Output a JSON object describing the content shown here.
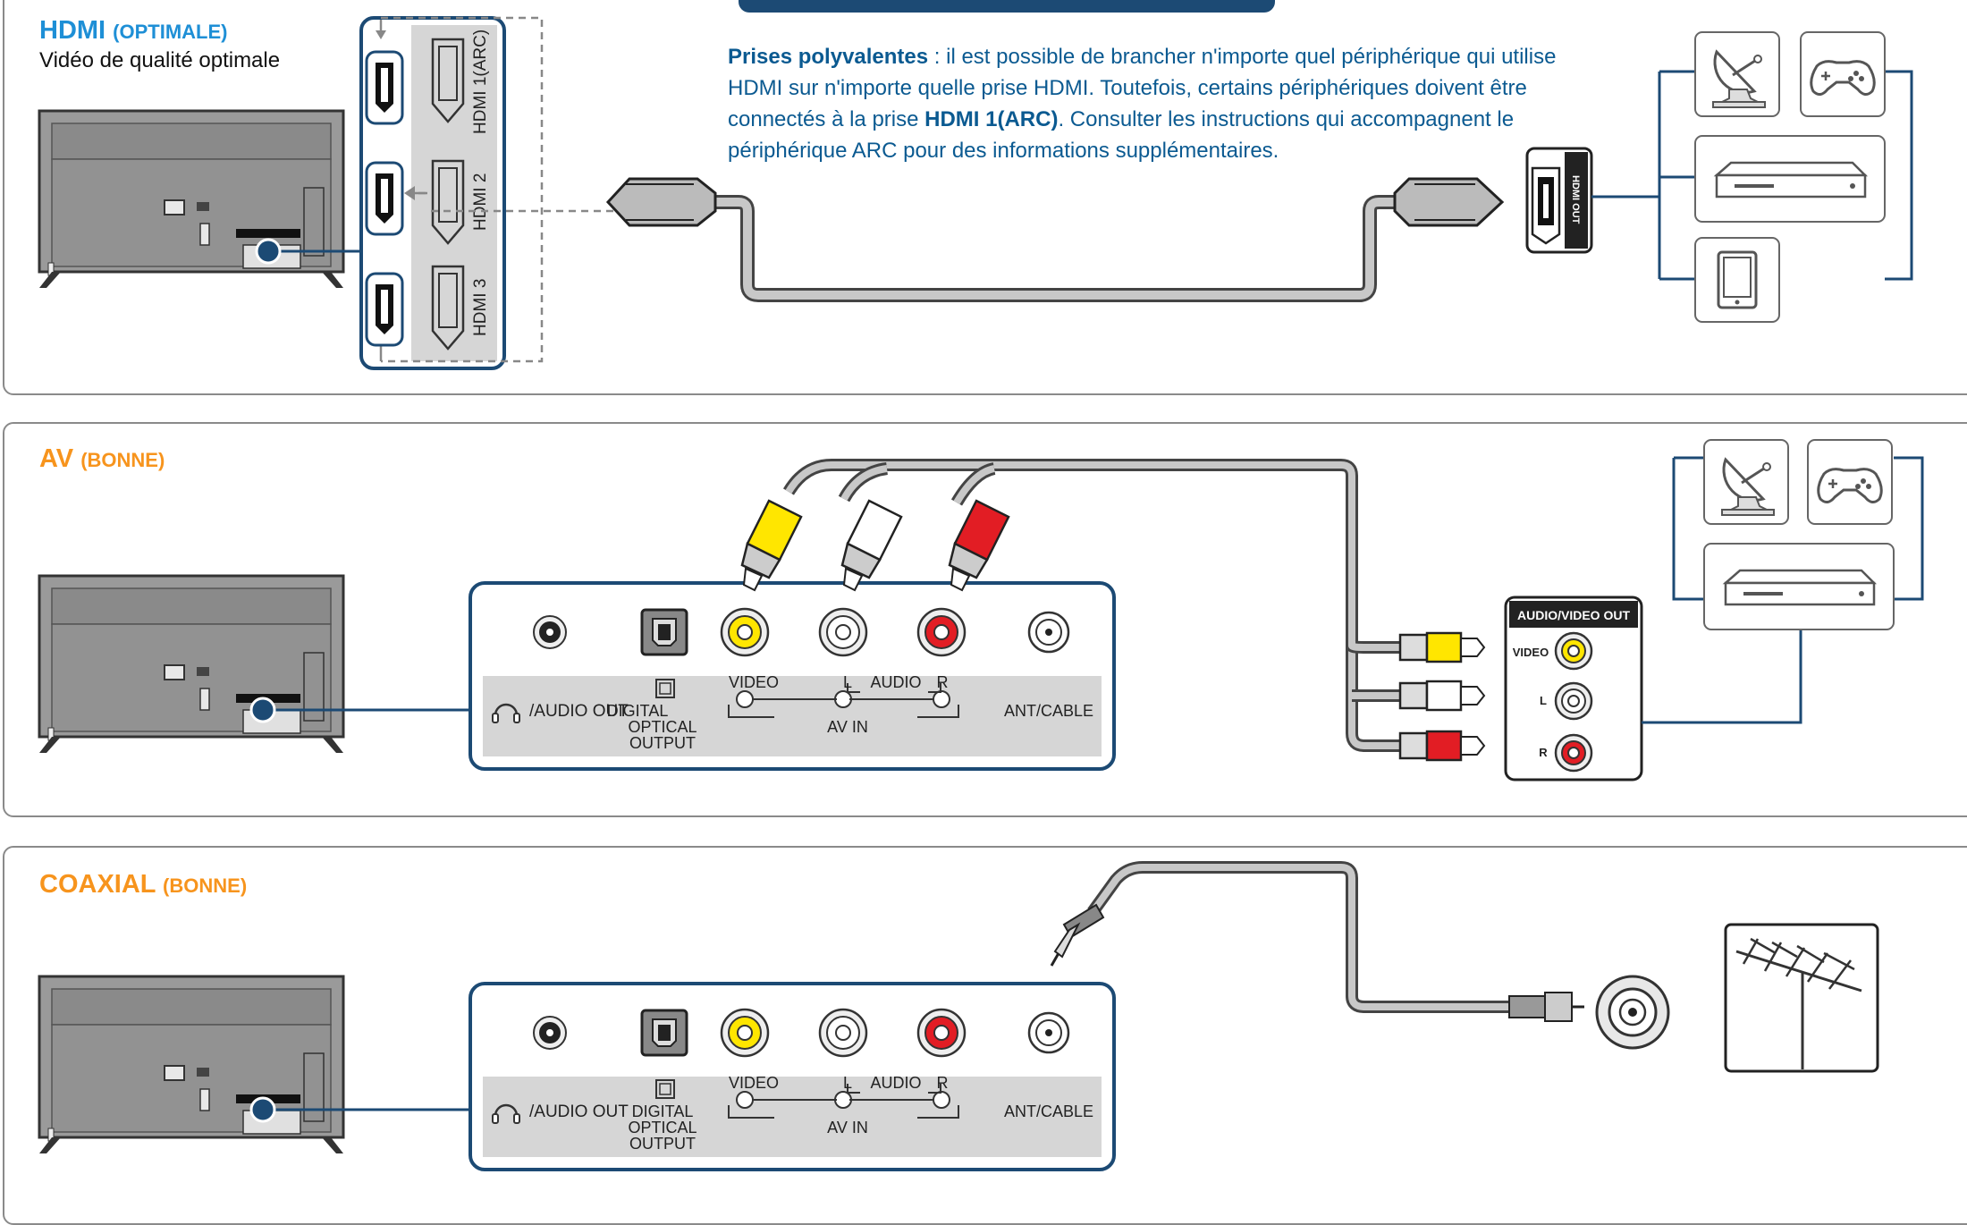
{
  "sections": {
    "hdmi": {
      "title": "HDMI",
      "title_sub": "(OPTIMALE)",
      "subtitle": "Vidéo de qualité optimale",
      "para_lead": "Prises polyvalentes",
      "para_1": " : il est possible de brancher n'importe quel périphérique qui utilise HDMI sur n'importe quelle prise HDMI. Toutefois, certains périphériques doivent être connectés à la prise ",
      "para_bold": "HDMI 1(ARC)",
      "para_2": ". Consulter les instructions qui accompagnent le périphérique ARC pour des informations supplémentaires.",
      "ports": [
        "HDMI 1(ARC)",
        "HDMI 2",
        "HDMI 3"
      ],
      "out_label": "HDMI OUT"
    },
    "av": {
      "title": "AV",
      "title_sub": "(BONNE)",
      "out_label": "AUDIO/VIDEO OUT",
      "out_video": "VIDEO",
      "out_l": "L",
      "out_r": "R"
    },
    "coax": {
      "title": "COAXIAL",
      "title_sub": "(BONNE)"
    }
  },
  "jack_panel": {
    "audio_out": "/AUDIO OUT",
    "digital": "DIGITAL",
    "optical": "OPTICAL",
    "output": "OUTPUT",
    "video": "VIDEO",
    "audio_l": "L",
    "audio": "AUDIO",
    "audio_r": "R",
    "av_in": "AV IN",
    "ant": "ANT/CABLE"
  },
  "colors": {
    "navy": "#1c4a74",
    "accent_orange": "#f7941d",
    "hdmi_blue": "#1e8fd6",
    "video_yellow": "#ffe600",
    "audio_red": "#e21d24"
  }
}
